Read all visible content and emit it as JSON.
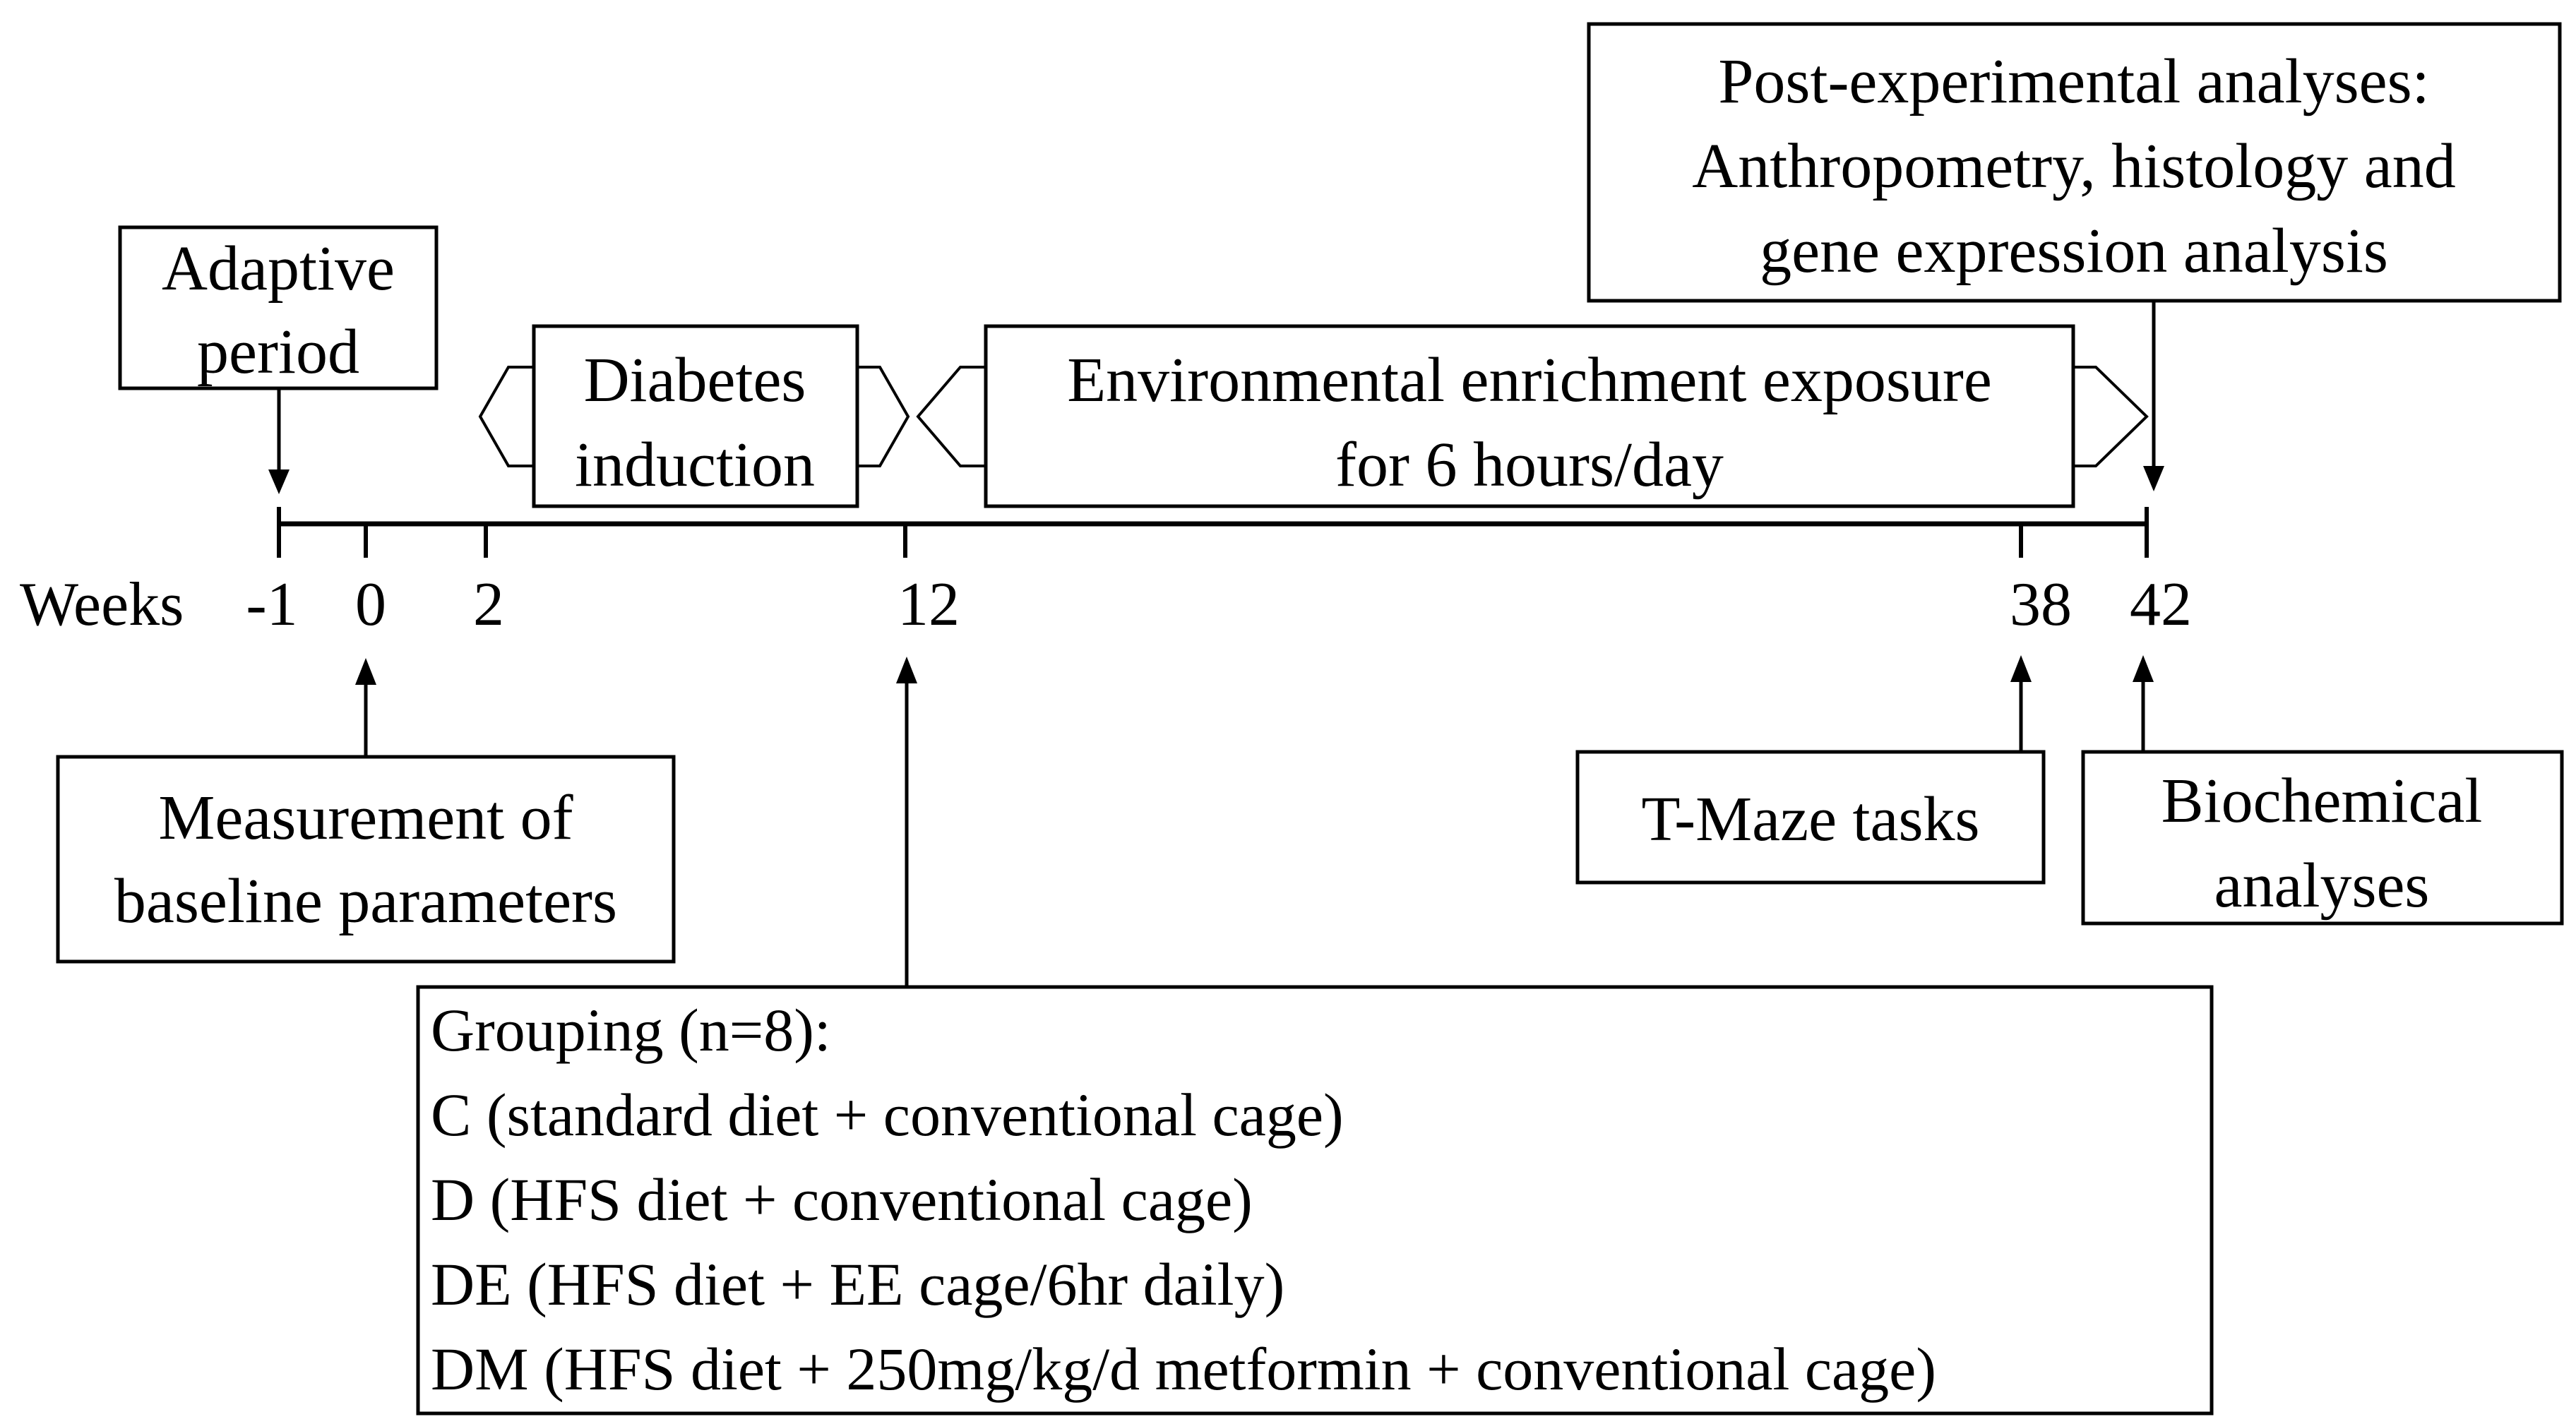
{
  "timeline": {
    "label": "Weeks",
    "ticks": [
      "-1",
      "0",
      "2",
      "12",
      "38",
      "42"
    ]
  },
  "boxes": {
    "adaptive_period": [
      "Adaptive",
      "period"
    ],
    "diabetes_induction": [
      "Diabetes",
      "induction"
    ],
    "environmental_enrichment": [
      "Environmental enrichment exposure",
      "for 6 hours/day"
    ],
    "post_experimental": [
      "Post-experimental analyses:",
      "Anthropometry, histology and",
      "gene expression analysis"
    ],
    "baseline": [
      "Measurement of",
      "baseline parameters"
    ],
    "tmaze": [
      "T-Maze tasks"
    ],
    "biochemical": [
      "Biochemical",
      "analyses"
    ],
    "grouping": [
      "Grouping (n=8):",
      "C (standard diet + conventional cage)",
      "D (HFS diet + conventional cage)",
      "DE (HFS diet + EE cage/6hr daily)",
      "DM (HFS diet + 250mg/kg/d metformin + conventional cage)"
    ]
  },
  "colors": {
    "stroke": "#000000",
    "background": "#ffffff"
  }
}
